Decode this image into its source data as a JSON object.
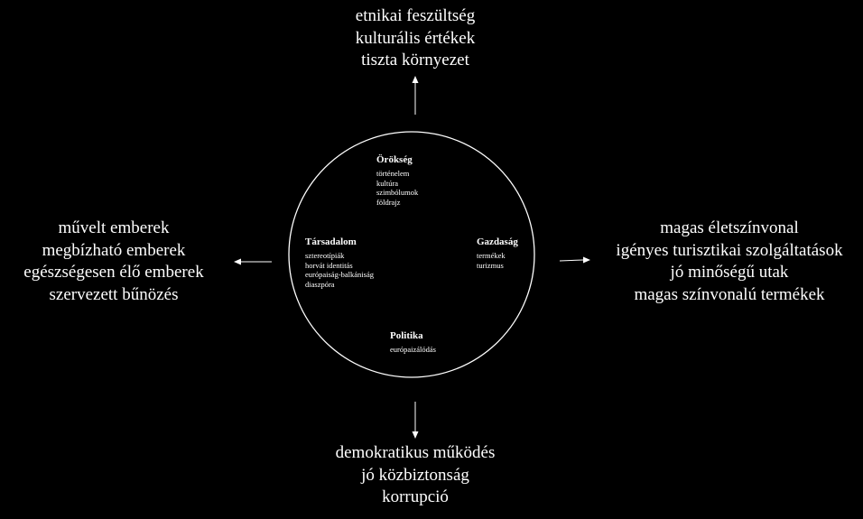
{
  "center": {
    "top": {
      "title": "Örökség",
      "items": [
        "történelem",
        "kultúra",
        "szimbólumok",
        "földrajz"
      ]
    },
    "left": {
      "title": "Társadalom",
      "items": [
        "sztereotípiák",
        "horvát identitás",
        "európaiság-balkániság",
        "diaszpóra"
      ]
    },
    "right": {
      "title": "Gazdaság",
      "items": [
        "termékek",
        "turizmus"
      ]
    },
    "bottom": {
      "title": "Politika",
      "items": [
        "európaizálódás"
      ]
    }
  },
  "outer": {
    "top": [
      "etnikai feszültség",
      "kulturális értékek",
      "tiszta környezet"
    ],
    "left": [
      "művelt emberek",
      "megbízható emberek",
      "egészségesen élő emberek",
      "szervezett bűnözés"
    ],
    "right": [
      "magas életszínvonal",
      "igényes turisztikai szolgáltatások",
      "jó minőségű utak",
      "magas színvonalú termékek"
    ],
    "bottom": [
      "demokratikus működés",
      "jó közbiztonság",
      "korrupció"
    ]
  },
  "colors": {
    "background": "#000000",
    "foreground": "#ffffff"
  }
}
